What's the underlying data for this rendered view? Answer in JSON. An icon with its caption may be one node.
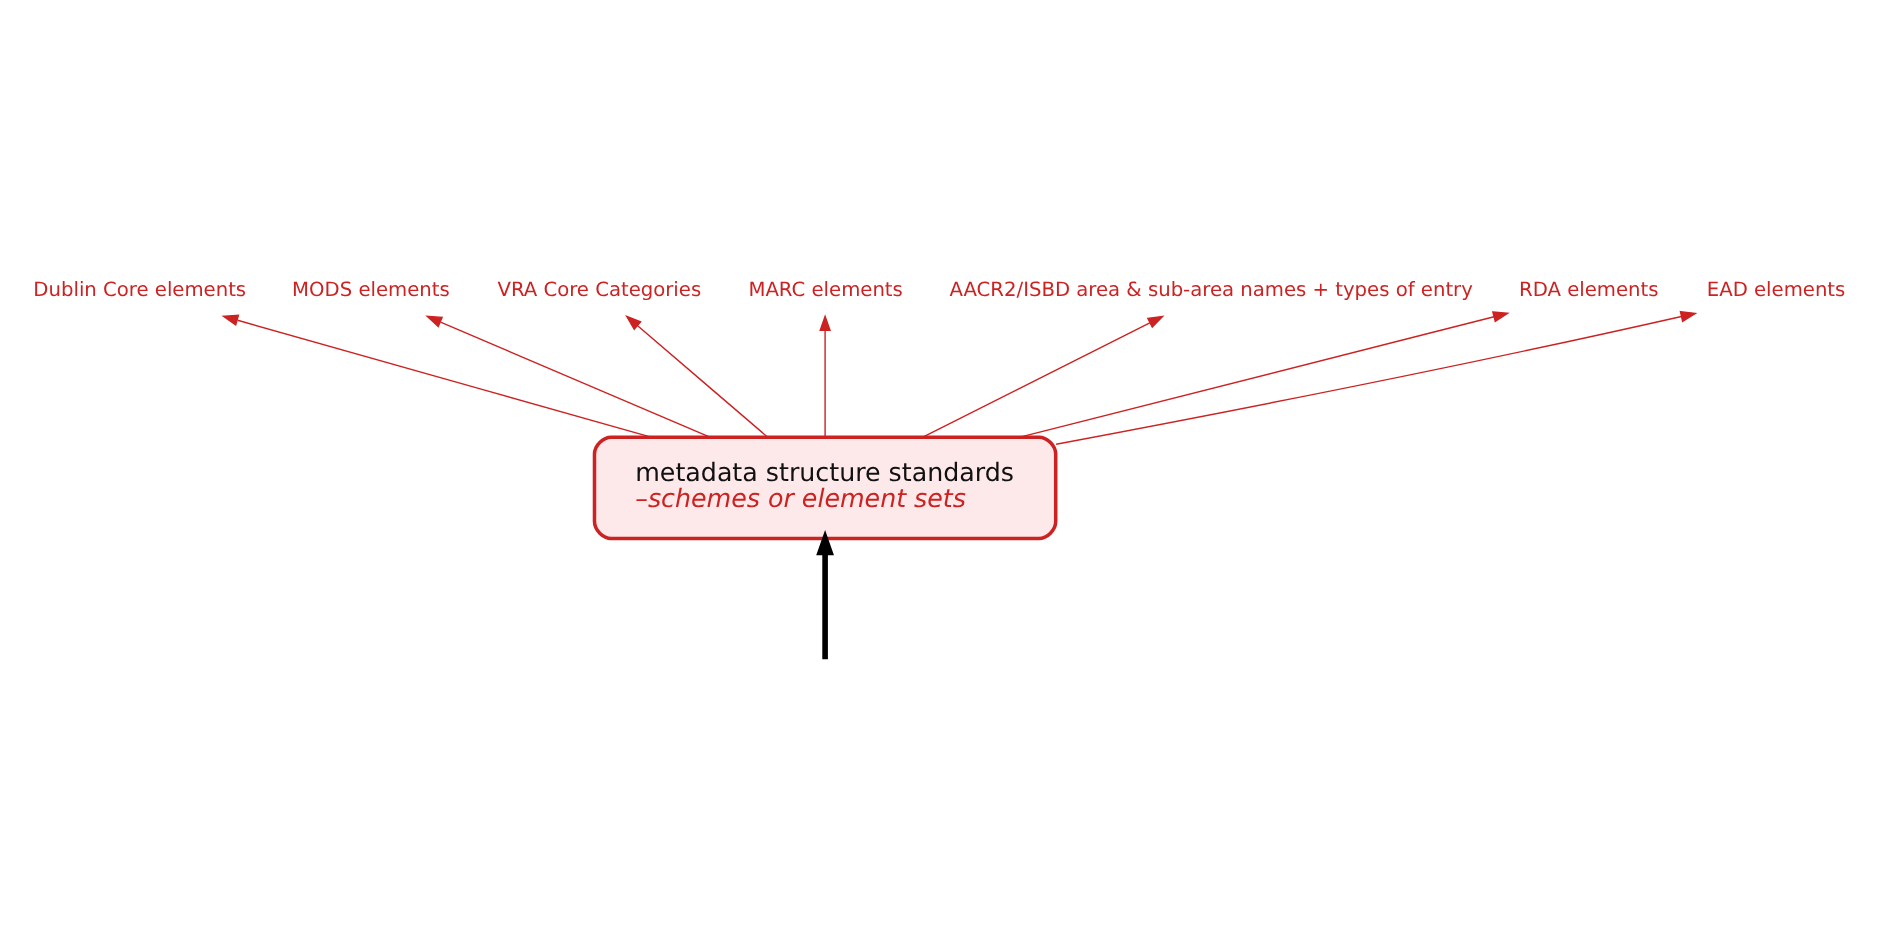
{
  "diagram": {
    "nodes": [
      {
        "text": [
          "metadata structure standards",
          "–schemes or element sets"
        ]
      },
      {
        "text": [
          "Dublin Core elements"
        ]
      },
      {
        "text": [
          "MODS elements"
        ]
      },
      {
        "text": [
          "VRA Core Categories"
        ]
      },
      {
        "text": [
          "MARC elements"
        ]
      },
      {
        "text": [
          "AACR2/ISBD area & sub-area names + types of entry"
        ]
      },
      {
        "text": [
          "RDA elements"
        ]
      },
      {
        "text": [
          "EAD elements"
        ]
      }
    ],
    "edges": [
      {
        "from": 0,
        "to": 1,
        "arrow": "to"
      },
      {
        "from": 0,
        "to": 2,
        "arrow": "to"
      },
      {
        "from": 0,
        "to": 3,
        "arrow": "to"
      },
      {
        "from": 0,
        "to": 4,
        "arrow": "to"
      },
      {
        "from": 0,
        "to": 5,
        "arrow": "to"
      },
      {
        "from": 0,
        "to": 6,
        "arrow": "to"
      },
      {
        "from": 0,
        "to": 7,
        "arrow": "to"
      },
      {
        "from": null,
        "to": 0,
        "arrow": "to",
        "style": "thick",
        "color": "#000000"
      }
    ]
  }
}
